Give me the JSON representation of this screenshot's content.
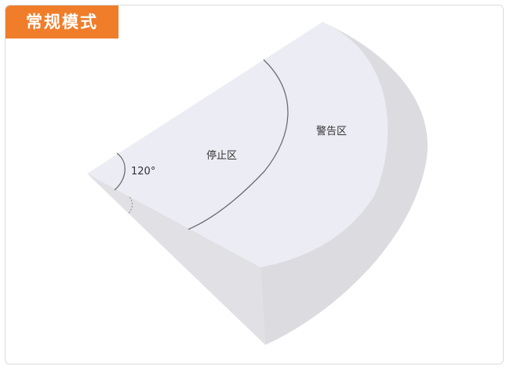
{
  "mode": {
    "label": "常规模式"
  },
  "zones": {
    "stop_label": "停止区",
    "warning_label": "警告区",
    "angle_label": "120°"
  },
  "colors": {
    "accent": "#f07d2a",
    "top_face": "#ececf4",
    "side_face": "#dcdce0",
    "line": "#6e6e70"
  }
}
